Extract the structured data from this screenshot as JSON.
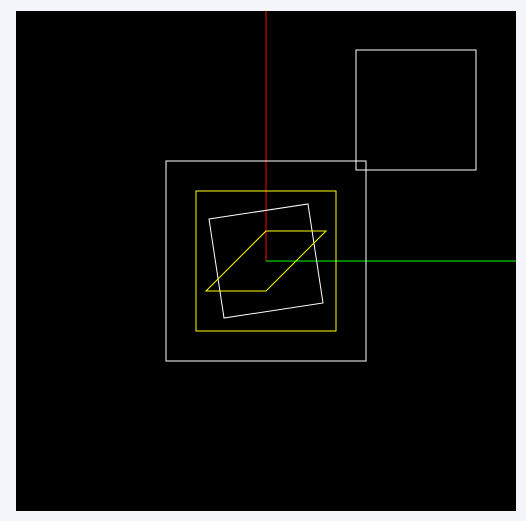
{
  "colors": {
    "page_background": "#f4f5fb",
    "viewport_background": "#000000",
    "axis_x": "#00ff00",
    "axis_y": "#ff0000",
    "outline_white": "#ffffff",
    "outline_yellow": "#ffff00"
  },
  "shapes": [
    {
      "kind": "square",
      "color": "white",
      "rotation_deg": 0
    },
    {
      "kind": "square",
      "color": "yellow",
      "rotation_deg": 0
    },
    {
      "kind": "square",
      "color": "white",
      "rotation_deg": -8
    },
    {
      "kind": "parallelogram",
      "color": "yellow"
    },
    {
      "kind": "square",
      "color": "white",
      "rotation_deg": 0
    }
  ]
}
